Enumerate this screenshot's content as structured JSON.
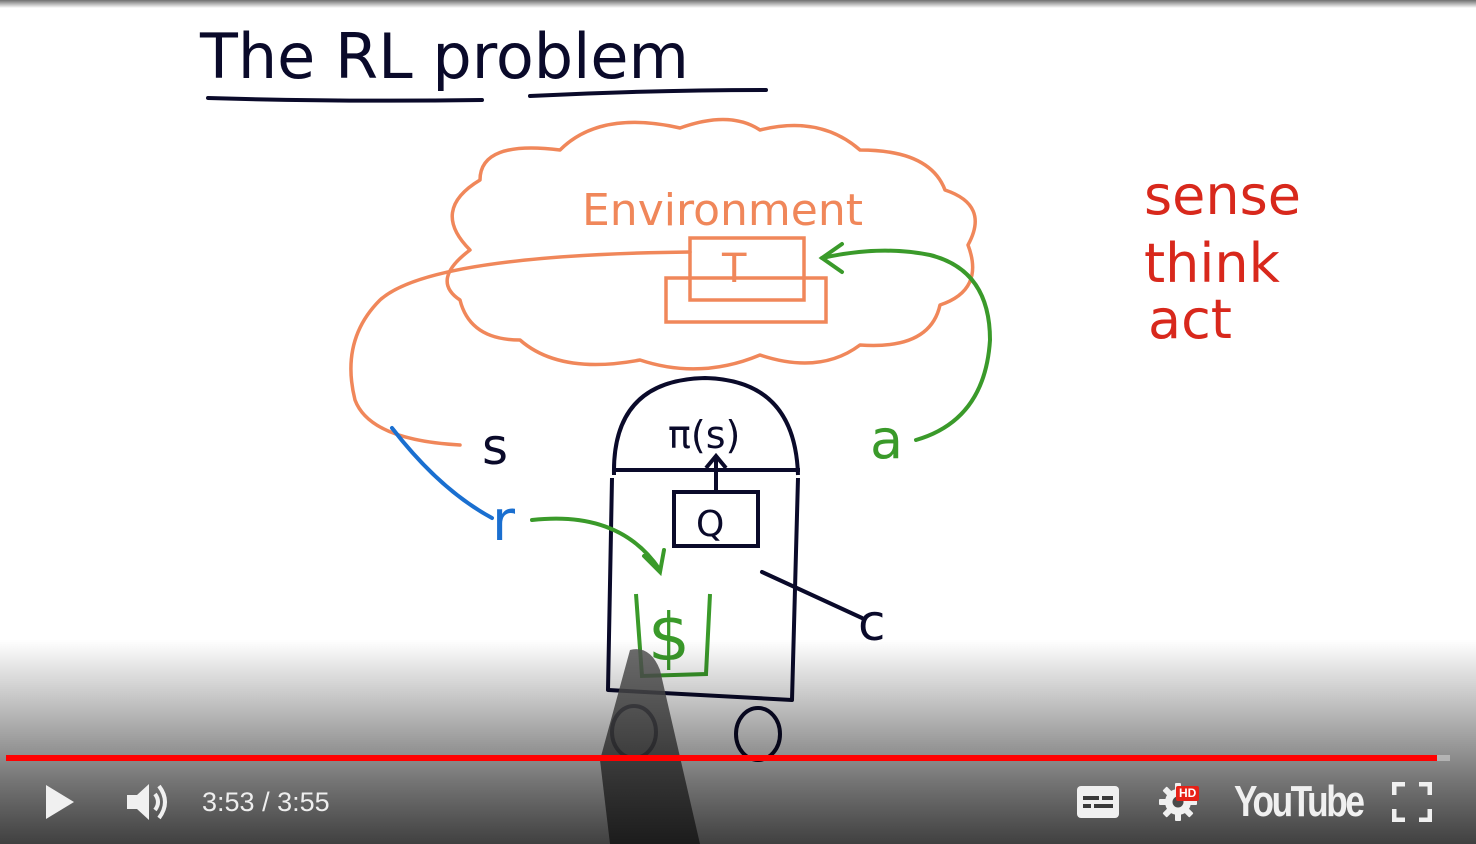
{
  "video": {
    "title_text": "The RL problem",
    "environment_label": "Environment",
    "transition_box_label": "T",
    "state_label": "s",
    "reward_label": "r",
    "action_label": "a",
    "policy_label": "π(s)",
    "q_box_label": "Q",
    "claw_label": "c",
    "reward_symbol": "$",
    "side_notes": [
      "sense",
      "think",
      "act"
    ],
    "colors": {
      "ink": "#0a0a2a",
      "environment": "#f0875a",
      "action_arrow": "#3a9a2a",
      "reward_line": "#1a6fd0",
      "side_notes": "#d8281c"
    }
  },
  "player": {
    "progress": 0.991,
    "current_time": "3:53",
    "separator": " / ",
    "duration": "3:55",
    "hd_badge": "HD",
    "logo_text": "YouTube",
    "progress_color": "#ff0000",
    "icons": {
      "play": "play-icon",
      "volume": "volume-icon",
      "captions": "subtitles-icon",
      "settings": "gear-icon",
      "fullscreen": "fullscreen-icon"
    }
  }
}
